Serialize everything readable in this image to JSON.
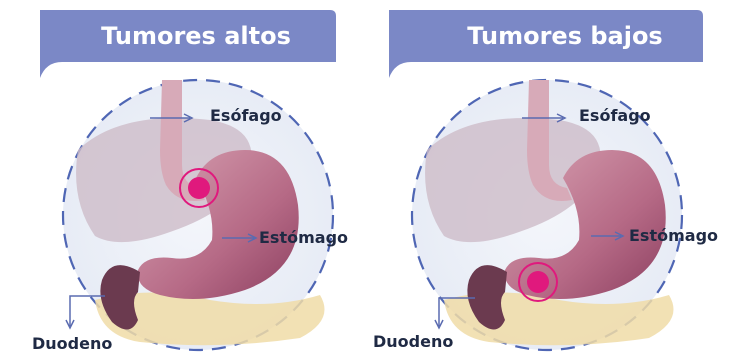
{
  "colors": {
    "banner": "#7b88c6",
    "dashed_circle": "#4f66b4",
    "tumor": "#e0197d",
    "label_text": "#1f2a44",
    "arrow": "#5a6bb0"
  },
  "panels": [
    {
      "title": "Tumores altos",
      "labels": {
        "esophagus": "Esófago",
        "stomach": "Estómago",
        "duodenum": "Duodeno"
      },
      "tumor_location": "upper"
    },
    {
      "title": "Tumores bajos",
      "labels": {
        "esophagus": "Esófago",
        "stomach": "Estómago",
        "duodenum": "Duodeno"
      },
      "tumor_location": "lower"
    }
  ]
}
